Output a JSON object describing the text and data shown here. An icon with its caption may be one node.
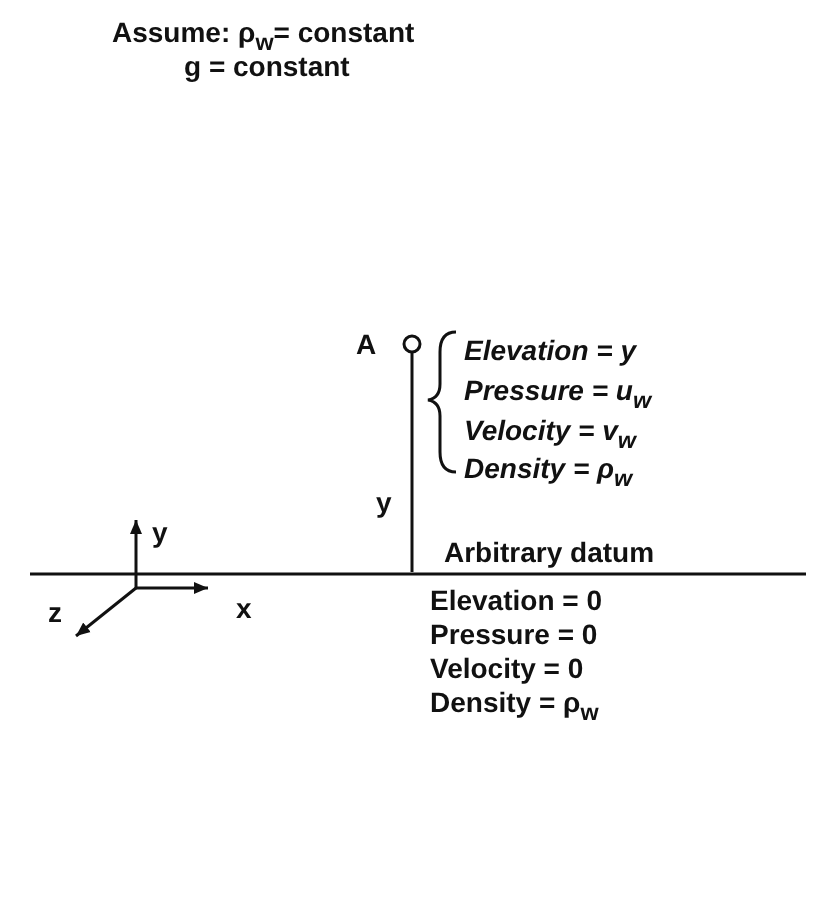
{
  "diagram": {
    "labels": [
      "Assume: ρ$_{w}$= constant",
      "g = constant",
      "A",
      "Elevation = y",
      "Pressure = u$_{w}$",
      "Velocity = v$_{w}$",
      "Density = ρ$_{w}$",
      "y",
      "y",
      "z",
      "x",
      "Arbitrary datum",
      "Elevation = 0",
      "Pressure = 0",
      "Velocity = 0",
      "Density = ρ$_{w}$"
    ]
  }
}
